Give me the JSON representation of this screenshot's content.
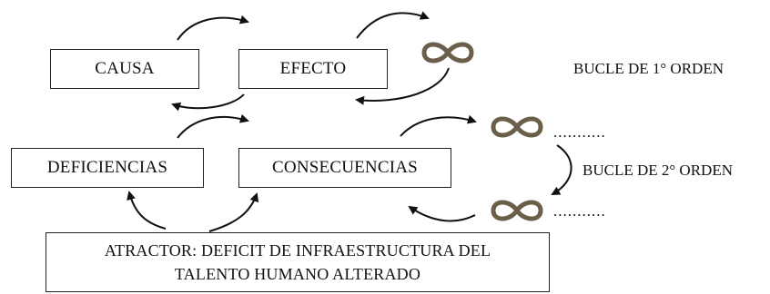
{
  "boxes": {
    "causa": "CAUSA",
    "efecto": "EFECTO",
    "deficiencias": "DEFICIENCIAS",
    "consecuencias": "CONSECUENCIAS"
  },
  "attractor": {
    "line1": "ATRACTOR: DEFICIT DE INFRAESTRUCTURA DEL",
    "line2": "TALENTO HUMANO ALTERADO"
  },
  "labels": {
    "first_order": "BUCLE DE 1° ORDEN",
    "second_order": "BUCLE DE 2° ORDEN",
    "dots": "..........."
  },
  "icons": [
    "infinity-icon",
    "infinity-icon",
    "infinity-icon"
  ],
  "colors": {
    "infinity": "#6b5e4a",
    "line": "#111111"
  }
}
